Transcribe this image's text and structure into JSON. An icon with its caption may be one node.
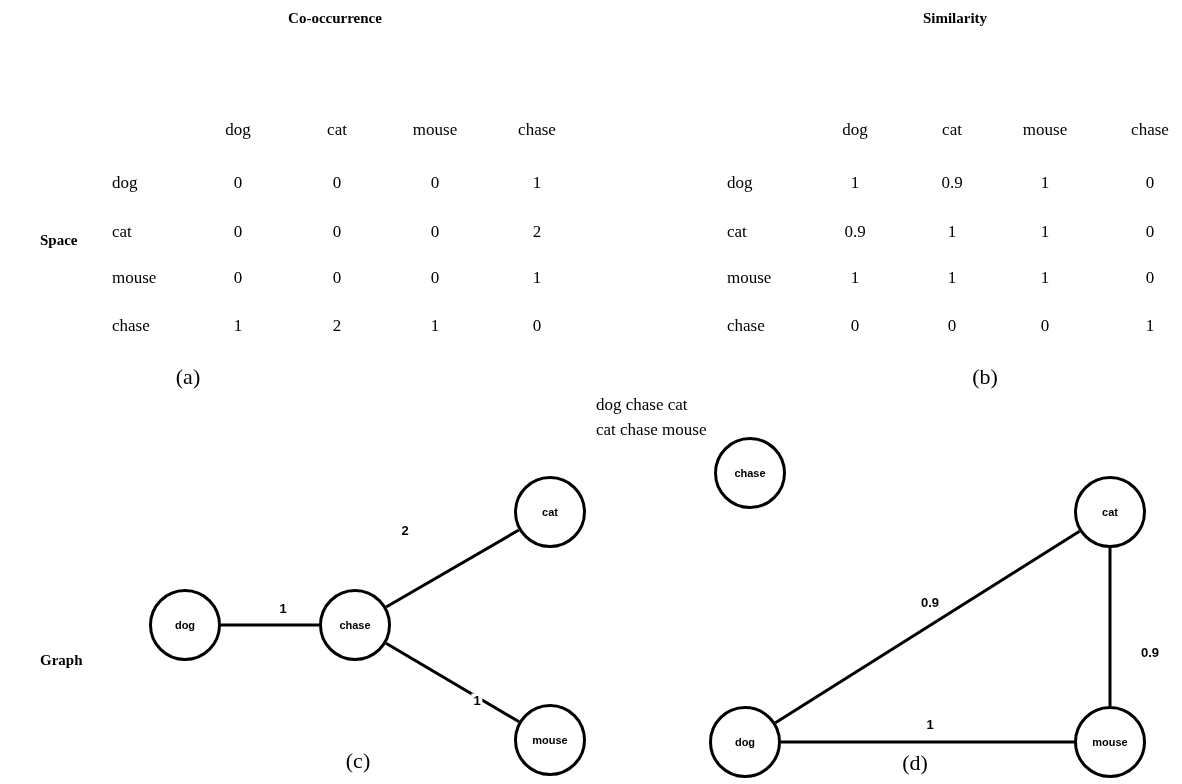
{
  "diagram": {
    "nodes": [
      {
        "text": [
          "dog"
        ]
      },
      {
        "text": [
          "chase"
        ]
      },
      {
        "text": [
          "cat"
        ]
      },
      {
        "text": [
          "mouse"
        ]
      },
      {
        "text": [
          "chase"
        ]
      },
      {
        "text": [
          "cat"
        ]
      },
      {
        "text": [
          "dog"
        ]
      },
      {
        "text": [
          "mouse"
        ]
      }
    ],
    "edges": [
      {
        "from": 0,
        "to": 1,
        "arrow": "none",
        "label": "1"
      },
      {
        "from": 1,
        "to": 2,
        "arrow": "none",
        "label": "2"
      },
      {
        "from": 1,
        "to": 3,
        "arrow": "none",
        "label": "1"
      },
      {
        "from": 6,
        "to": 5,
        "arrow": "none",
        "label": "0.9"
      },
      {
        "from": 5,
        "to": 7,
        "arrow": "none",
        "label": "0.9"
      },
      {
        "from": 6,
        "to": 7,
        "arrow": "none",
        "label": "1"
      }
    ],
    "labels": [
      "Co-occurrence",
      "Similarity",
      "Space",
      "Graph",
      "(a)",
      "(b)",
      "(c)",
      "(d)",
      "dog chase cat",
      "cat chase mouse",
      "dog",
      "cat",
      "mouse",
      "chase",
      "dog",
      "0",
      "0",
      "0",
      "1",
      "cat",
      "0",
      "0",
      "0",
      "2",
      "mouse",
      "0",
      "0",
      "0",
      "1",
      "chase",
      "1",
      "2",
      "1",
      "0",
      "dog",
      "cat",
      "mouse",
      "chase",
      "dog",
      "1",
      "0.9",
      "1",
      "0",
      "cat",
      "0.9",
      "1",
      "1",
      "0",
      "mouse",
      "1",
      "1",
      "1",
      "0",
      "chase",
      "0",
      "0",
      "0",
      "1"
    ]
  }
}
